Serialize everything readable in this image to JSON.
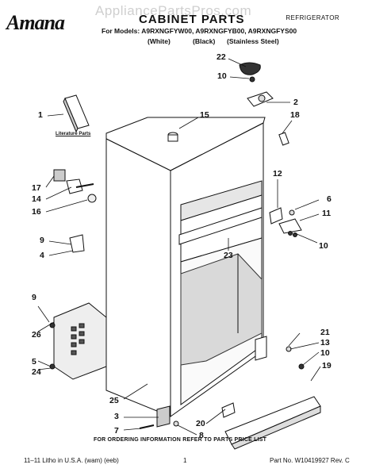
{
  "brand": "Amana",
  "watermark": "AppliancePartsPros.com",
  "title": "CABINET PARTS",
  "document_type": "REFRIGERATOR",
  "models_line": "For Models: A9RXNGFYW00, A9RXNGFYB00, A9RXNGFYS00",
  "color_labels": [
    "(White)",
    "(Black)",
    "(Stainless Steel)"
  ],
  "literature_label": "Literature Parts",
  "callouts": [
    "22",
    "10",
    "2",
    "18",
    "1",
    "15",
    "17",
    "14",
    "16",
    "12",
    "6",
    "11",
    "10",
    "9",
    "4",
    "23",
    "9",
    "26",
    "5",
    "24",
    "25",
    "21",
    "13",
    "10",
    "19",
    "3",
    "7",
    "20",
    "8"
  ],
  "footer_order": "FOR ORDERING INFORMATION REFER TO PARTS PRICE LIST",
  "footer_left": "11–11 Litho in U.S.A. (wam) (eeb)",
  "footer_page": "1",
  "footer_right": "Part No. W10419927 Rev. C"
}
